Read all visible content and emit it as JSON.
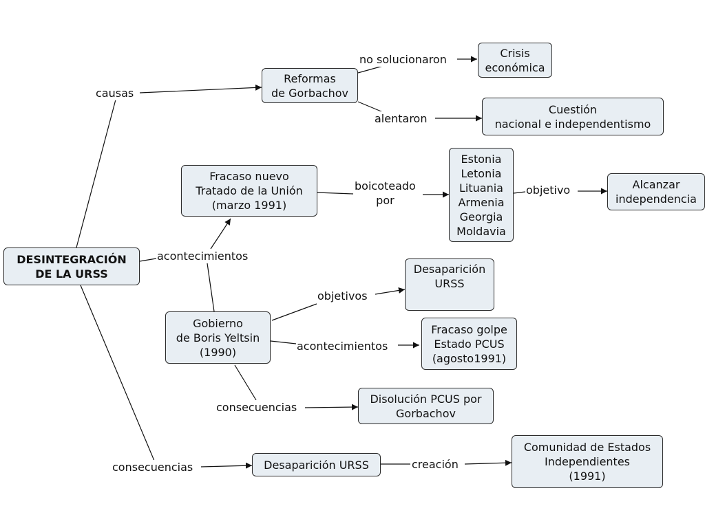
{
  "nodes": {
    "root": "DESINTEGRACIÓN\nDE LA URSS",
    "reformas": "Reformas\nde Gorbachov",
    "crisis": "Crisis\neconómica",
    "cuestion": "Cuestión\nnacional e independentismo",
    "fracaso_tratado": "Fracaso nuevo\nTratado  de la Unión\n(marzo 1991)",
    "republicas": "Estonia\nLetonia\nLituania\nArmenia\nGeorgia\nMoldavia",
    "alcanzar": "Alcanzar\nindependencia",
    "desaparicion_urss_top": "Desaparición\nURSS",
    "gobierno": "Gobierno\nde Boris Yeltsin\n(1990)",
    "fracaso_golpe": "Fracaso golpe\nEstado PCUS\n(agosto1991)",
    "disolucion": "Disolución PCUS por\nGorbachov",
    "desaparicion_urss_bottom": "Desaparición URSS",
    "comunidad": "Comunidad de Estados\nIndependientes\n(1991)"
  },
  "labels": {
    "causas": "causas",
    "acontecimientos": "acontecimientos",
    "consecuencias": "consecuencias",
    "no_solucionaron": "no solucionaron",
    "alentaron": "alentaron",
    "boicoteado": "boicoteado\npor",
    "objetivo": "objetivo",
    "objetivos": "objetivos",
    "acontecimientos_2": "acontecimientos",
    "consecuencias_2": "consecuencias",
    "creacion": "creación"
  }
}
